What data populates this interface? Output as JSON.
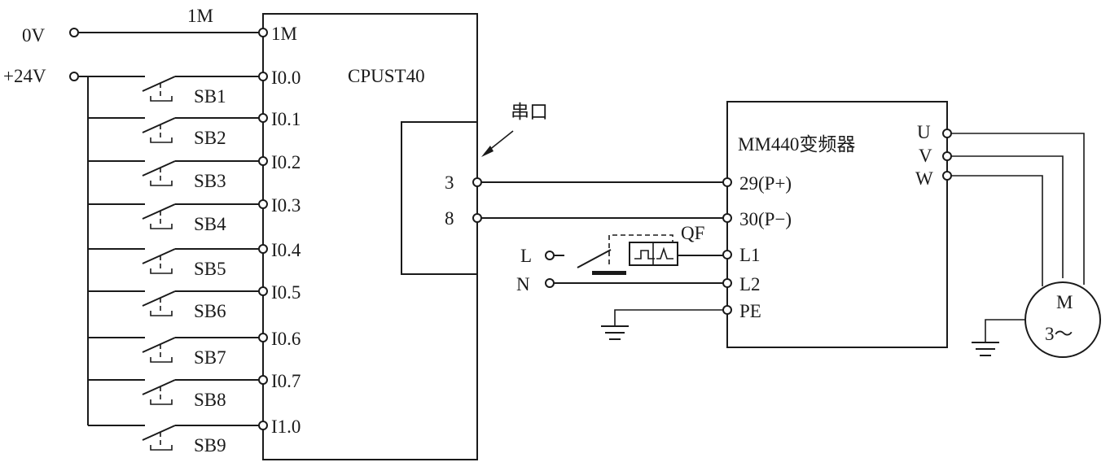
{
  "supply": {
    "zero_v": "0V",
    "plus_24v": "+24V",
    "common_wire": "1M"
  },
  "plc": {
    "model": "CPUST40",
    "common_terminal": "1M",
    "inputs": [
      {
        "terminal": "I0.0",
        "button": "SB1"
      },
      {
        "terminal": "I0.1",
        "button": "SB2"
      },
      {
        "terminal": "I0.2",
        "button": "SB3"
      },
      {
        "terminal": "I0.3",
        "button": "SB4"
      },
      {
        "terminal": "I0.4",
        "button": "SB5"
      },
      {
        "terminal": "I0.5",
        "button": "SB6"
      },
      {
        "terminal": "I0.6",
        "button": "SB7"
      },
      {
        "terminal": "I0.7",
        "button": "SB8"
      },
      {
        "terminal": "I1.0",
        "button": "SB9"
      }
    ],
    "serial_port_label": "串口",
    "port_pins": [
      "3",
      "8"
    ]
  },
  "vfd": {
    "title": "MM440变频器",
    "left_terminals": [
      "29(P+)",
      "30(P−)",
      "L1",
      "L2",
      "PE"
    ],
    "outputs": [
      "U",
      "V",
      "W"
    ]
  },
  "mains": {
    "line": "L",
    "neutral": "N",
    "breaker": "QF"
  },
  "motor": {
    "letter": "M",
    "phase": "3～"
  }
}
